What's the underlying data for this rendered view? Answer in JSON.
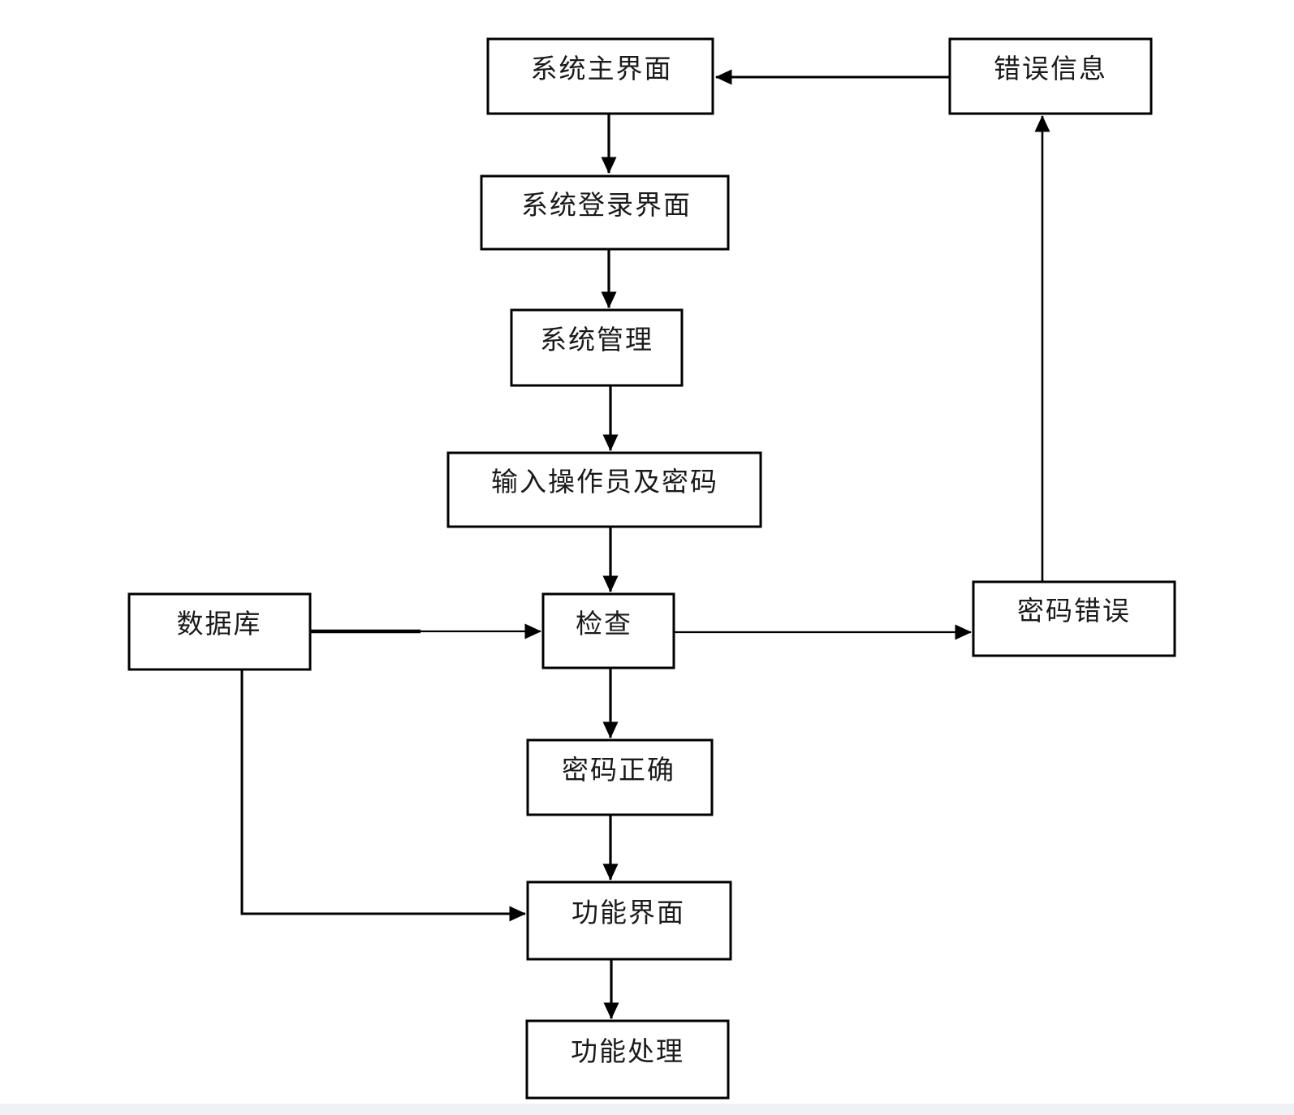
{
  "page": {
    "diagram_type": "flowchart",
    "background_color": "#ffffff",
    "line_color": "#000000",
    "text_color": "#1a1a1a",
    "footer_strip_color": "#f0f1f4"
  },
  "nodes": {
    "system_main": {
      "label": "系统主界面"
    },
    "error_info": {
      "label": "错误信息"
    },
    "system_login": {
      "label": "系统登录界面"
    },
    "system_mgmt": {
      "label": "系统管理"
    },
    "input_operator": {
      "label": "输入操作员及密码"
    },
    "database": {
      "label": "数据库"
    },
    "check": {
      "label": "检查"
    },
    "pwd_error": {
      "label": "密码错误"
    },
    "pwd_correct": {
      "label": "密码正确"
    },
    "func_ui": {
      "label": "功能界面"
    },
    "func_process": {
      "label": "功能处理"
    }
  },
  "edges": [
    {
      "from": "system_main",
      "to": "system_login"
    },
    {
      "from": "error_info",
      "to": "system_main"
    },
    {
      "from": "system_login",
      "to": "system_mgmt"
    },
    {
      "from": "system_mgmt",
      "to": "input_operator"
    },
    {
      "from": "input_operator",
      "to": "check"
    },
    {
      "from": "database",
      "to": "check"
    },
    {
      "from": "check",
      "to": "pwd_error"
    },
    {
      "from": "pwd_error",
      "to": "error_info"
    },
    {
      "from": "check",
      "to": "pwd_correct"
    },
    {
      "from": "pwd_correct",
      "to": "func_ui"
    },
    {
      "from": "database",
      "to": "func_ui"
    },
    {
      "from": "func_ui",
      "to": "func_process"
    }
  ]
}
